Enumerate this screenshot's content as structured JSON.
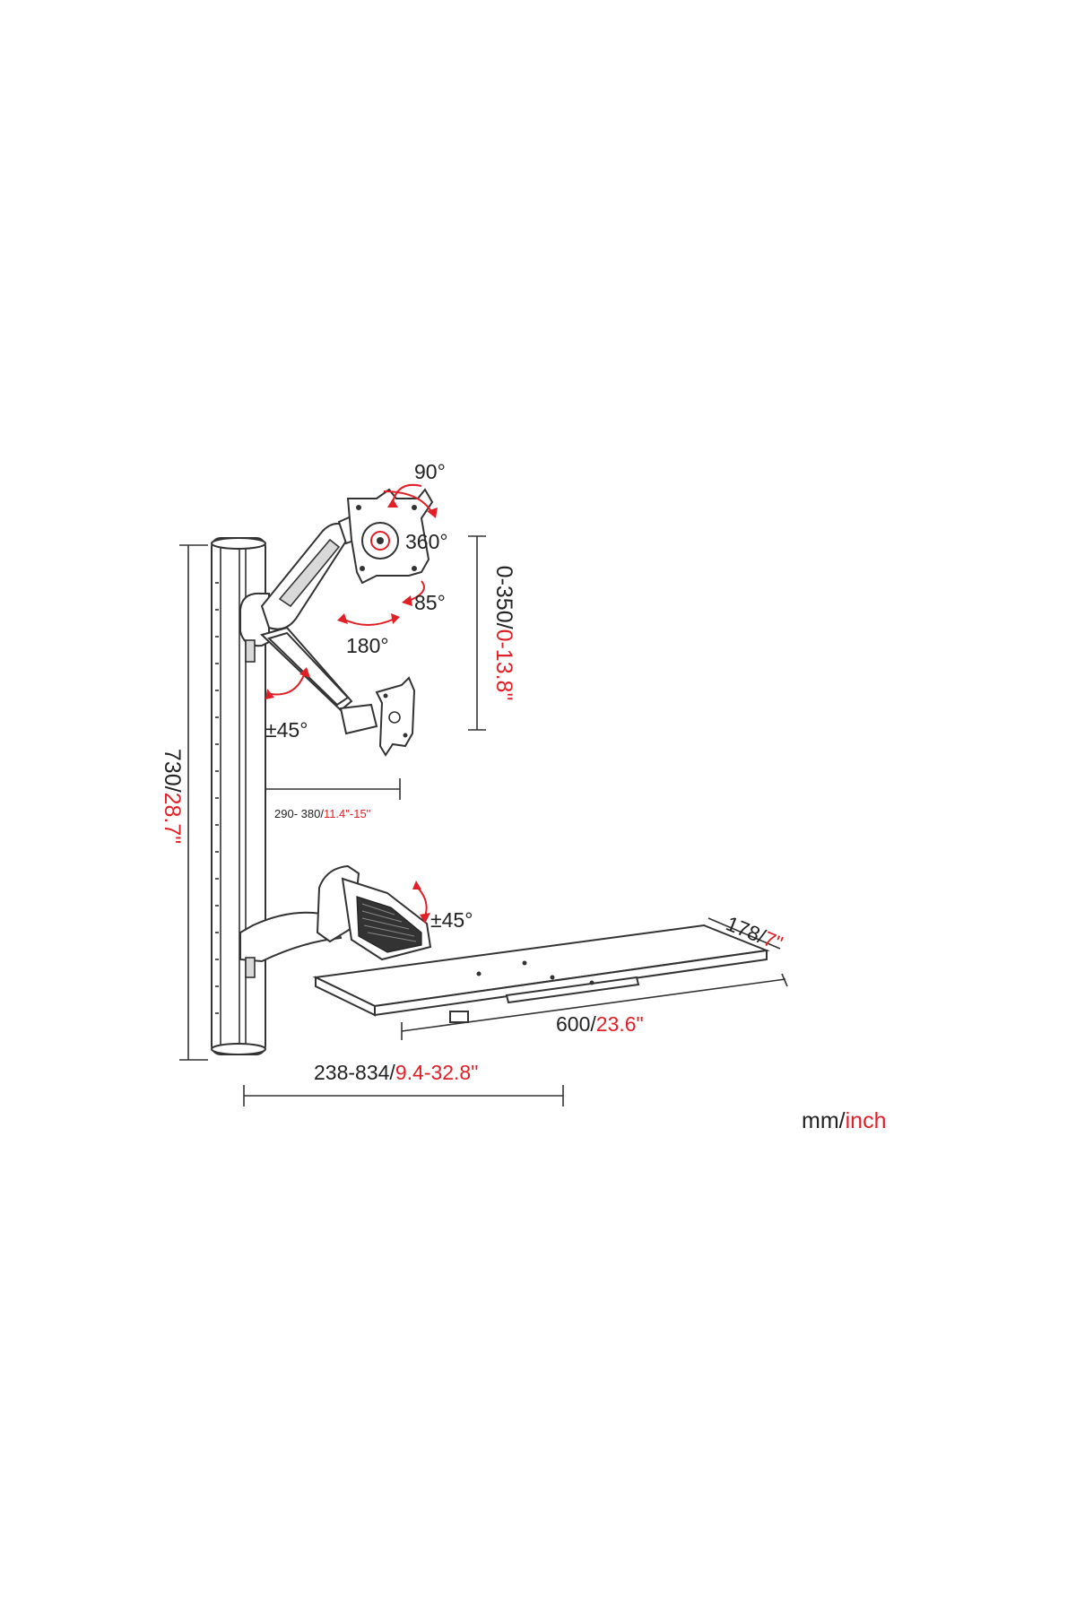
{
  "diagram": {
    "angles": {
      "tilt_up": "90°",
      "rotate": "360°",
      "tilt_down": "85°",
      "swivel": "180°",
      "arm_swivel": "±45°",
      "tray_tilt": "±45°"
    },
    "dimensions": {
      "total_height": {
        "mm": "730/",
        "inch": "28.7\""
      },
      "monitor_height_adjust": {
        "mm": "0-350/",
        "inch": "0-13.8\""
      },
      "monitor_reach": {
        "mm": "290- 380/",
        "inch": "11.4\"-15\""
      },
      "tray_depth": {
        "mm": "178/",
        "inch": "7\""
      },
      "tray_width": {
        "mm": "600/",
        "inch": "23.6\""
      },
      "tray_reach": {
        "mm": "238-834/",
        "inch": "9.4-32.8\""
      }
    },
    "units_legend": {
      "mm": "mm/",
      "inch": "inch"
    },
    "colors": {
      "mm_text": "#222222",
      "inch_text": "#e11f26",
      "lines": "#333333"
    }
  }
}
